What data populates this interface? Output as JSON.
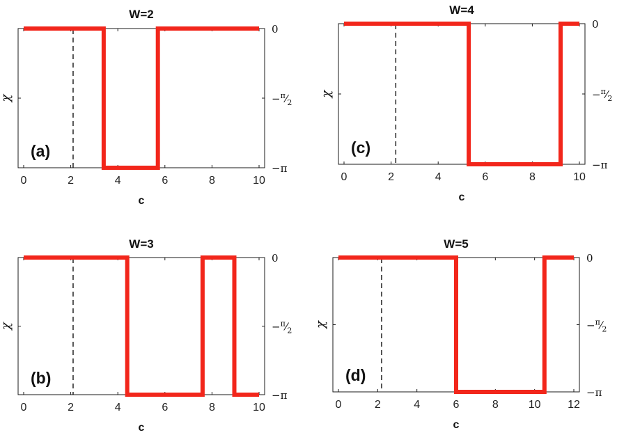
{
  "chart_data": [
    {
      "type": "line",
      "panel_label": "(a)",
      "title": "W=2",
      "xlabel": "c",
      "ylabel": "χ",
      "xlim": [
        0,
        10
      ],
      "ylim": [
        -3.14159,
        0
      ],
      "xticks": [
        0,
        2,
        4,
        6,
        8,
        10
      ],
      "yticks_right": [
        {
          "value": 0,
          "label": "0"
        },
        {
          "value": -1.5708,
          "label": "−π/2"
        },
        {
          "value": -3.14159,
          "label": "−π"
        }
      ],
      "vline_x": 2.1,
      "color": "#f2261b",
      "series": [
        {
          "x": [
            0,
            3.4,
            3.4,
            5.7,
            5.7,
            10
          ],
          "y": [
            0,
            0,
            -3.14159,
            -3.14159,
            0,
            0
          ]
        }
      ]
    },
    {
      "type": "line",
      "panel_label": "(b)",
      "title": "W=3",
      "xlabel": "c",
      "ylabel": "χ",
      "xlim": [
        0,
        10
      ],
      "ylim": [
        -3.14159,
        0
      ],
      "xticks": [
        0,
        2,
        4,
        6,
        8,
        10
      ],
      "yticks_right": [
        {
          "value": 0,
          "label": "0"
        },
        {
          "value": -1.5708,
          "label": "−π/2"
        },
        {
          "value": -3.14159,
          "label": "−π"
        }
      ],
      "vline_x": 2.1,
      "color": "#f2261b",
      "series": [
        {
          "x": [
            0,
            4.4,
            4.4,
            7.6,
            7.6,
            8.95,
            8.95,
            10
          ],
          "y": [
            0,
            0,
            -3.14159,
            -3.14159,
            0,
            0,
            -3.14159,
            -3.14159
          ]
        }
      ]
    },
    {
      "type": "line",
      "panel_label": "(c)",
      "title": "W=4",
      "xlabel": "c",
      "ylabel": "χ",
      "xlim": [
        0,
        10
      ],
      "ylim": [
        -3.14159,
        0
      ],
      "xticks": [
        0,
        2,
        4,
        6,
        8,
        10
      ],
      "yticks_right": [
        {
          "value": 0,
          "label": "0"
        },
        {
          "value": -1.5708,
          "label": "−π/2"
        },
        {
          "value": -3.14159,
          "label": "−π"
        }
      ],
      "vline_x": 2.2,
      "color": "#f2261b",
      "series": [
        {
          "x": [
            0,
            5.3,
            5.3,
            9.2,
            9.2,
            10
          ],
          "y": [
            0,
            0,
            -3.14159,
            -3.14159,
            0,
            0
          ]
        }
      ]
    },
    {
      "type": "line",
      "panel_label": "(d)",
      "title": "W=5",
      "xlabel": "c",
      "ylabel": "χ",
      "xlim": [
        0,
        12
      ],
      "ylim": [
        -3.14159,
        0
      ],
      "xticks": [
        0,
        2,
        4,
        6,
        8,
        10,
        12
      ],
      "yticks_right": [
        {
          "value": 0,
          "label": "0"
        },
        {
          "value": -1.5708,
          "label": "−π/2"
        },
        {
          "value": -3.14159,
          "label": "−π"
        }
      ],
      "vline_x": 2.2,
      "color": "#f2261b",
      "series": [
        {
          "x": [
            0,
            6.0,
            6.0,
            10.5,
            10.5,
            12
          ],
          "y": [
            0,
            0,
            -3.14159,
            -3.14159,
            0,
            0
          ]
        }
      ]
    }
  ]
}
